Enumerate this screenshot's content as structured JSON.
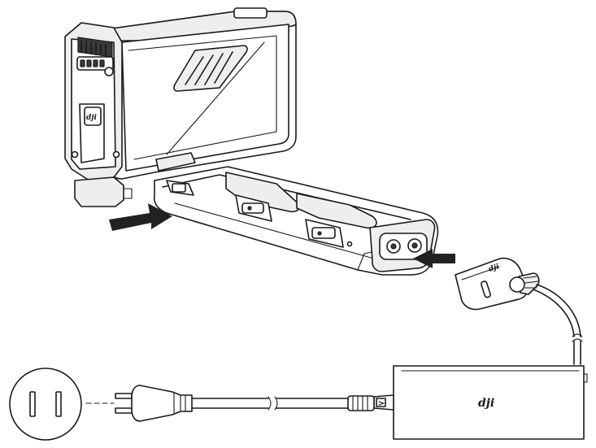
{
  "logos": {
    "hub_logo": "dji",
    "plug_logo": "dji",
    "adapter_logo": "dji"
  },
  "icons": [
    "arrow-insert-battery-icon",
    "arrow-insert-plug-icon",
    "wall-outlet-icon",
    "ac-plug-icon"
  ],
  "colors": {
    "line": "#1a1a1a",
    "fill": "#ffffff",
    "shade": "#eeeeee",
    "arrow": "#222222"
  }
}
